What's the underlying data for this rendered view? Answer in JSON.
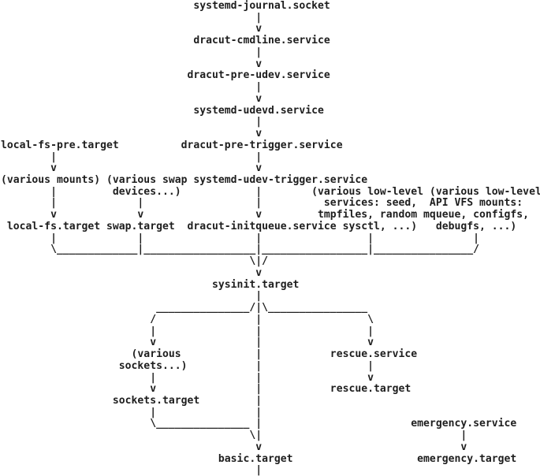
{
  "figure": {
    "kind": "ascii-dependency-diagram",
    "subject": "systemd / dracut boot-up dependency chart",
    "colors": {
      "text": "#1e1e1e",
      "background": "#ffffff"
    },
    "nodes": [
      "systemd-journal.socket",
      "dracut-cmdline.service",
      "dracut-pre-udev.service",
      "systemd-udevd.service",
      "dracut-pre-trigger.service",
      "systemd-udev-trigger.service",
      "dracut-initqueue.service",
      "local-fs-pre.target",
      "local-fs.target",
      "swap.target",
      "sysinit.target",
      "sockets.target",
      "rescue.service",
      "rescue.target",
      "basic.target",
      "emergency.service",
      "emergency.target"
    ],
    "annotations": [
      "(various mounts)",
      "(various swap devices...)",
      "(various low-level services: seed, tmpfiles, random sysctl, ...)",
      "(various low-level API VFS mounts: mqueue, configfs, debugfs, ...)",
      "(various sockets...)"
    ]
  },
  "diagram": {
    "columns": 87,
    "rows": [
      [
        [
          31,
          "systemd-journal.socket"
        ]
      ],
      [
        [
          41,
          "|"
        ]
      ],
      [
        [
          41,
          "v"
        ]
      ],
      [
        [
          31,
          "dracut-cmdline.service"
        ]
      ],
      [
        [
          41,
          "|"
        ]
      ],
      [
        [
          41,
          "v"
        ]
      ],
      [
        [
          30,
          "dracut-pre-udev.service"
        ]
      ],
      [
        [
          41,
          "|"
        ]
      ],
      [
        [
          41,
          "v"
        ]
      ],
      [
        [
          31,
          "systemd-udevd.service"
        ]
      ],
      [
        [
          41,
          "|"
        ]
      ],
      [
        [
          41,
          "v"
        ]
      ],
      [
        [
          0,
          "local-fs-pre.target"
        ],
        [
          29,
          "dracut-pre-trigger.service"
        ]
      ],
      [
        [
          8,
          "|"
        ],
        [
          41,
          "|"
        ]
      ],
      [
        [
          8,
          "v"
        ],
        [
          41,
          "v"
        ]
      ],
      [
        [
          0,
          "(various mounts)"
        ],
        [
          17,
          "(various swap"
        ],
        [
          31,
          "systemd-udev-trigger.service"
        ]
      ],
      [
        [
          8,
          "|"
        ],
        [
          18,
          "devices...)"
        ],
        [
          41,
          "|"
        ],
        [
          50,
          "(various low-level"
        ],
        [
          69,
          "(various low-level"
        ]
      ],
      [
        [
          8,
          "|"
        ],
        [
          22,
          "|"
        ],
        [
          41,
          "|"
        ],
        [
          52,
          "services: seed,"
        ],
        [
          69,
          "API VFS mounts:"
        ]
      ],
      [
        [
          8,
          "v"
        ],
        [
          22,
          "v"
        ],
        [
          41,
          "v"
        ],
        [
          51,
          "tmpfiles, random"
        ],
        [
          68,
          "mqueue, configfs,"
        ]
      ],
      [
        [
          1,
          "local-fs.target"
        ],
        [
          17,
          "swap.target"
        ],
        [
          30,
          "dracut-initqueue.service"
        ],
        [
          55,
          "sysctl, ...)"
        ],
        [
          70,
          "debugfs, ...)"
        ]
      ],
      [
        [
          8,
          "|"
        ],
        [
          22,
          "|"
        ],
        [
          41,
          "|"
        ],
        [
          59,
          "|"
        ],
        [
          76,
          "|"
        ]
      ],
      [
        [
          8,
          "\\"
        ],
        [
          9,
          "_",
          13
        ],
        [
          22,
          "|"
        ],
        [
          23,
          "_",
          18
        ],
        [
          41,
          "|"
        ],
        [
          42,
          "_",
          17
        ],
        [
          59,
          "|"
        ],
        [
          60,
          "_",
          16
        ],
        [
          76,
          "/"
        ]
      ],
      [
        [
          40,
          "\\|/"
        ]
      ],
      [
        [
          41,
          "v"
        ]
      ],
      [
        [
          34,
          "sysinit.target"
        ]
      ],
      [
        [
          41,
          "|"
        ]
      ],
      [
        [
          25,
          "_",
          15
        ],
        [
          40,
          "/|\\"
        ],
        [
          43,
          "_",
          16
        ]
      ],
      [
        [
          24,
          "/"
        ],
        [
          41,
          "|"
        ],
        [
          59,
          "\\"
        ]
      ],
      [
        [
          24,
          "|"
        ],
        [
          41,
          "|"
        ],
        [
          59,
          "|"
        ]
      ],
      [
        [
          24,
          "v"
        ],
        [
          41,
          "|"
        ],
        [
          59,
          "v"
        ]
      ],
      [
        [
          21,
          "(various"
        ],
        [
          41,
          "|"
        ],
        [
          53,
          "rescue.service"
        ]
      ],
      [
        [
          19,
          "sockets...)"
        ],
        [
          41,
          "|"
        ],
        [
          59,
          "|"
        ]
      ],
      [
        [
          24,
          "|"
        ],
        [
          41,
          "|"
        ],
        [
          59,
          "v"
        ]
      ],
      [
        [
          24,
          "v"
        ],
        [
          41,
          "|"
        ],
        [
          53,
          "rescue.target"
        ]
      ],
      [
        [
          18,
          "sockets.target"
        ],
        [
          41,
          "|"
        ]
      ],
      [
        [
          24,
          "|"
        ],
        [
          41,
          "|"
        ]
      ],
      [
        [
          24,
          "\\"
        ],
        [
          25,
          "_",
          15
        ],
        [
          41,
          "|"
        ],
        [
          66,
          "emergency.service"
        ]
      ],
      [
        [
          40,
          "\\|"
        ],
        [
          74,
          "|"
        ]
      ],
      [
        [
          41,
          "v"
        ],
        [
          74,
          "v"
        ]
      ],
      [
        [
          35,
          "basic.target"
        ],
        [
          67,
          "emergency.target"
        ]
      ],
      [
        [
          41,
          "|"
        ]
      ]
    ]
  }
}
